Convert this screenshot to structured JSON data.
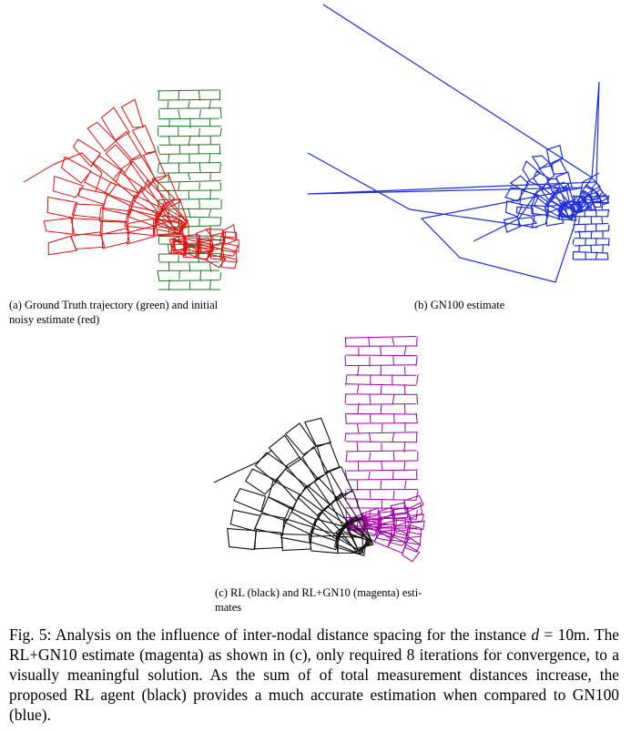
{
  "panels": [
    {
      "id": "a",
      "caption_line1": "(a) Ground Truth trajectory (green) and initial",
      "caption_line2": "noisy estimate (red)",
      "series_colors": {
        "ground_truth": "#1e7a1e",
        "noisy_initial": "#e01010"
      }
    },
    {
      "id": "b",
      "caption_line1": "(b) GN100 estimate",
      "caption_line2": "",
      "series_colors": {
        "gn100": "#1f2fe0"
      }
    },
    {
      "id": "c",
      "caption_line1": "(c) RL (black) and RL+GN10 (magenta) esti-",
      "caption_line2": "mates",
      "series_colors": {
        "rl": "#111111",
        "rl_gn10": "#a000a8"
      }
    }
  ],
  "figure_caption": {
    "part1": "Fig. 5: Analysis on the influence of inter-nodal distance spacing for the instance ",
    "math": "d",
    "part2": " = 10m. The RL+GN10 estimate (magenta) as shown in (c), only required 8 iterations for convergence, to a visually meaningful solution. As the sum of of total measurement distances increase, the proposed RL agent (black) provides a much accurate estimation when compared to GN100 (blue)."
  }
}
